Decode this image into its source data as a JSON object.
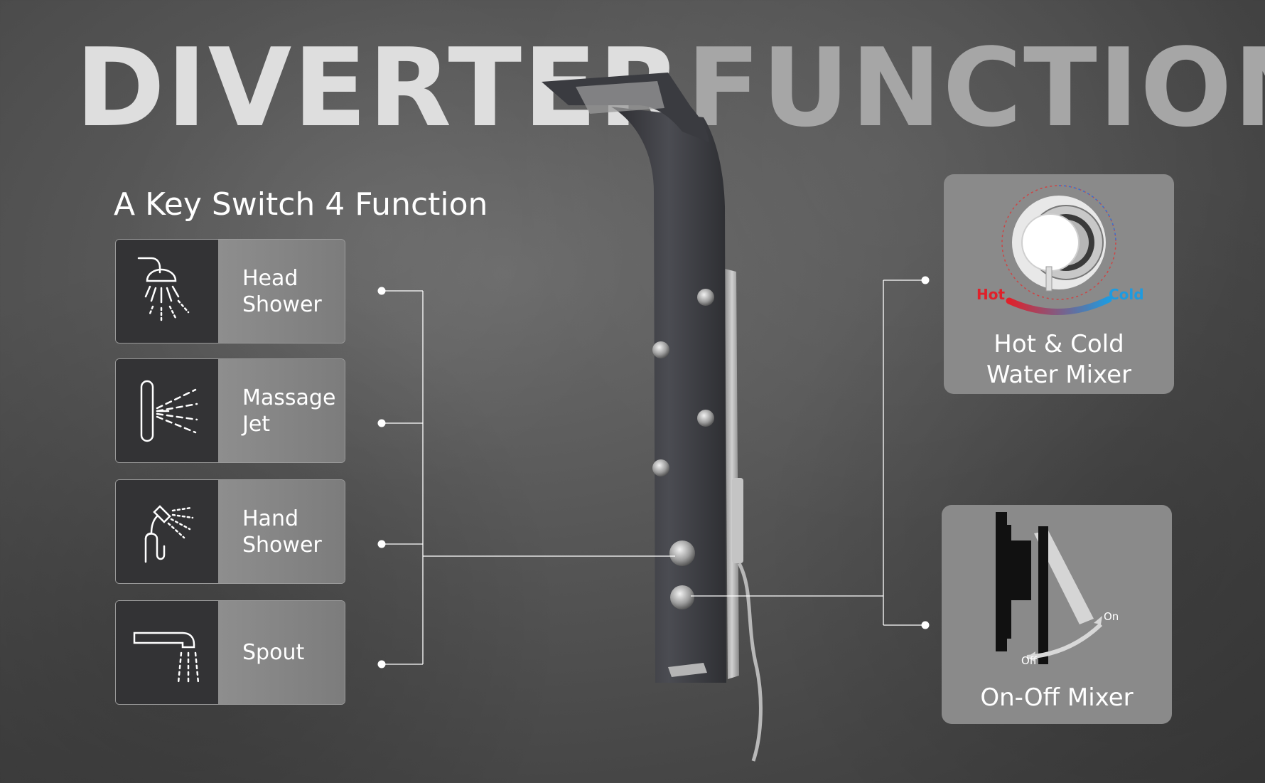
{
  "title": {
    "left": "DIVERTER",
    "right": "FUNCTION"
  },
  "subtitle": "A Key Switch 4 Function",
  "functions": [
    {
      "label": "Head\nShower",
      "icon": "head-shower-icon"
    },
    {
      "label": "Massage\nJet",
      "icon": "massage-jet-icon"
    },
    {
      "label": "Hand\nShower",
      "icon": "hand-shower-icon"
    },
    {
      "label": "Spout",
      "icon": "spout-icon"
    }
  ],
  "mixers": {
    "hot_cold": {
      "label": "Hot & Cold\nWater Mixer",
      "hot": "Hot",
      "cold": "Cold"
    },
    "on_off": {
      "label": "On-Off Mixer",
      "on": "On",
      "off": "Off"
    }
  },
  "colors": {
    "hot": "#e0202a",
    "cold": "#1e9be0",
    "card": "#8a8a8a"
  }
}
